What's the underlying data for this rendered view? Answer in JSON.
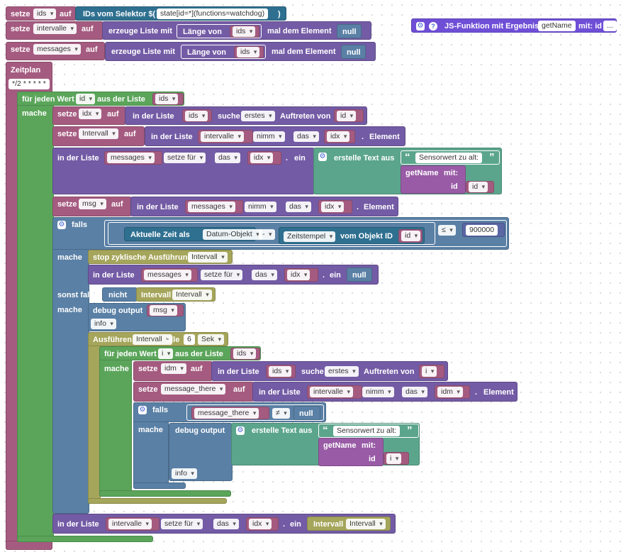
{
  "blocks": {
    "set_ids": {
      "set": "setze",
      "var": "ids",
      "to": "auf",
      "selector": "IDs vom Selektor $(",
      "pattern": "state[id=*](functions=watchdog)",
      "close": ")"
    },
    "set_intervalle": {
      "set": "setze",
      "var": "intervalle",
      "to": "auf",
      "create": "erzeuge Liste mit",
      "len_mode": "Länge von",
      "len_var": "ids",
      "elem": "mal dem Element",
      "null": "null"
    },
    "set_messages": {
      "set": "setze",
      "var": "messages",
      "to": "auf",
      "create": "erzeuge Liste mit",
      "len_mode": "Länge von",
      "len_var": "ids",
      "elem": "mal dem Element",
      "null": "null"
    },
    "schedule": {
      "label": "Zeitplan",
      "cron": "*/2 * * * * *"
    },
    "foreach1": {
      "label": "für jeden Wert",
      "var": "id",
      "from": "aus der Liste",
      "list": "ids",
      "do": "mache"
    },
    "set_idx": {
      "set": "setze",
      "var": "idx",
      "to": "auf",
      "in_list": "in der Liste",
      "list": "ids",
      "find": "suche",
      "mode": "erstes",
      "occ": "Auftreten von",
      "item": "id"
    },
    "set_intervall": {
      "set": "setze",
      "var": "Intervall",
      "to": "auf",
      "in_list": "in der Liste",
      "list": "intervalle",
      "take": "nimm",
      "the": "das",
      "idx": "idx",
      "elem": "Element"
    },
    "list_set_msg": {
      "in_list": "in der Liste",
      "list": "messages",
      "op": "setze für",
      "the": "das",
      "idx": "idx",
      "a": "ein",
      "create_text": "erstelle Text aus",
      "str": "Sensorwert zu alt:",
      "fn": "getName",
      "with": "mit:",
      "arg": "id",
      "argval": "id"
    },
    "set_msg": {
      "set": "setze",
      "var": "msg",
      "to": "auf",
      "in_list": "in der Liste",
      "list": "messages",
      "take": "nimm",
      "the": "das",
      "idx": "idx",
      "elem": "Element"
    },
    "if1": {
      "if": "falls",
      "now": "Aktuelle Zeit als",
      "fmt": "Datum-Objekt",
      "minus": "-",
      "ts": "Zeitstempel",
      "of": "vom Objekt ID",
      "id": "id",
      "cmp": "≤",
      "num": "900000",
      "do": "mache"
    },
    "stop": {
      "label": "stop zyklische Ausführung",
      "var": "Intervall"
    },
    "list_null": {
      "in_list": "in der Liste",
      "list": "messages",
      "op": "setze für",
      "the": "das",
      "idx": "idx",
      "a": "ein",
      "null": "null"
    },
    "elseif": {
      "label": "sonst falls",
      "not": "nicht",
      "var_label": "Intervall",
      "var": "Intervall",
      "do": "mache"
    },
    "debug1": {
      "label": "debug output",
      "var": "msg",
      "level": "info"
    },
    "run": {
      "label": "Ausführen",
      "var": "Intervall",
      "every": "alle",
      "n": "6",
      "unit": "Sek"
    },
    "foreach2": {
      "label": "für jeden Wert",
      "var": "i",
      "from": "aus der Liste",
      "list": "ids",
      "do": "mache"
    },
    "set_idm": {
      "set": "setze",
      "var": "idm",
      "to": "auf",
      "in_list": "in der Liste",
      "list": "ids",
      "find": "suche",
      "mode": "erstes",
      "occ": "Auftreten von",
      "item": "i"
    },
    "set_mt": {
      "set": "setze",
      "var": "message_there",
      "to": "auf",
      "in_list": "in der Liste",
      "list": "intervalle",
      "take": "nimm",
      "the": "das",
      "idx": "idm",
      "elem": "Element"
    },
    "if2": {
      "if": "falls",
      "var": "message_there",
      "cmp": "≠",
      "null": "null",
      "do": "mache"
    },
    "debug2": {
      "label": "debug output",
      "create_text": "erstelle Text aus",
      "str": "Sensorwert zu alt:",
      "fn": "getName",
      "with": "mit:",
      "arg": "id",
      "argval": "i",
      "level": "info"
    },
    "list_int": {
      "in_list": "in der Liste",
      "list": "intervalle",
      "op": "setze für",
      "the": "das",
      "idx": "idx",
      "a": "ein",
      "var_label": "Intervall",
      "var": "Intervall"
    },
    "js_func": {
      "label": "JS-Funktion mit Ergebnis",
      "name": "getName",
      "with": "mit: id",
      "more": "..."
    }
  },
  "colors": {
    "variables": "#a55b80",
    "lists": "#745ba5",
    "logic": "#5b80a5",
    "loops": "#5ba55b",
    "text": "#5ba58c",
    "timers": "#a5a55b",
    "functions": "#995ba5"
  }
}
